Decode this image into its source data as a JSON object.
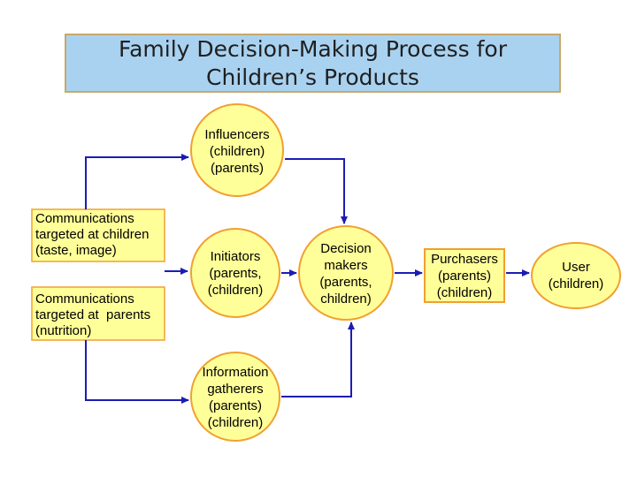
{
  "title": {
    "line1": "Family Decision-Making Process for",
    "line2": "Children’s Products"
  },
  "nodes": {
    "influencers": [
      "Influencers",
      "(children)",
      "(parents)"
    ],
    "initiators": [
      "Initiators",
      "(parents,",
      "(children)"
    ],
    "information_gatherers": [
      "Information",
      "gatherers",
      "(parents)",
      "(children)"
    ],
    "decision_makers": [
      "Decision",
      "makers",
      "(parents,",
      "children)"
    ],
    "purchasers": [
      "Purchasers",
      "(parents)",
      "(children)"
    ],
    "user": [
      "User",
      "(children)"
    ]
  },
  "communications": {
    "children": [
      "Communications",
      "targeted at children",
      "(taste, image)"
    ],
    "parents": [
      "Communications",
      "targeted at  parents",
      "(nutrition)"
    ]
  },
  "colors": {
    "title_fill": "#a9d2f0",
    "title_border": "#c8a86a",
    "node_fill": "#ffff99",
    "node_border": "#f0a030",
    "arrow": "#1c1cb4"
  }
}
